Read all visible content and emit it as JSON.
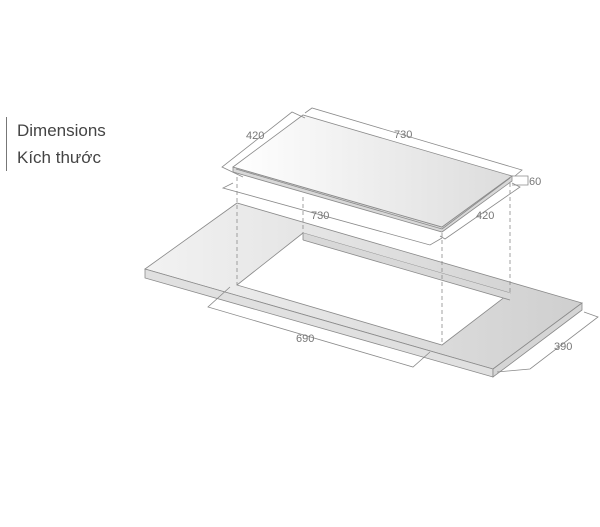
{
  "title": {
    "line1": "Dimensions",
    "line2": "Kích thước"
  },
  "dimensions": {
    "hob_depth": "420",
    "hob_width": "730",
    "hob_height": "60",
    "hob_width_lower": "730",
    "hob_depth_lower": "420",
    "cutout_width": "690",
    "cutout_depth": "390"
  },
  "colors": {
    "line": "#8a8a8a",
    "text": "#777777"
  }
}
